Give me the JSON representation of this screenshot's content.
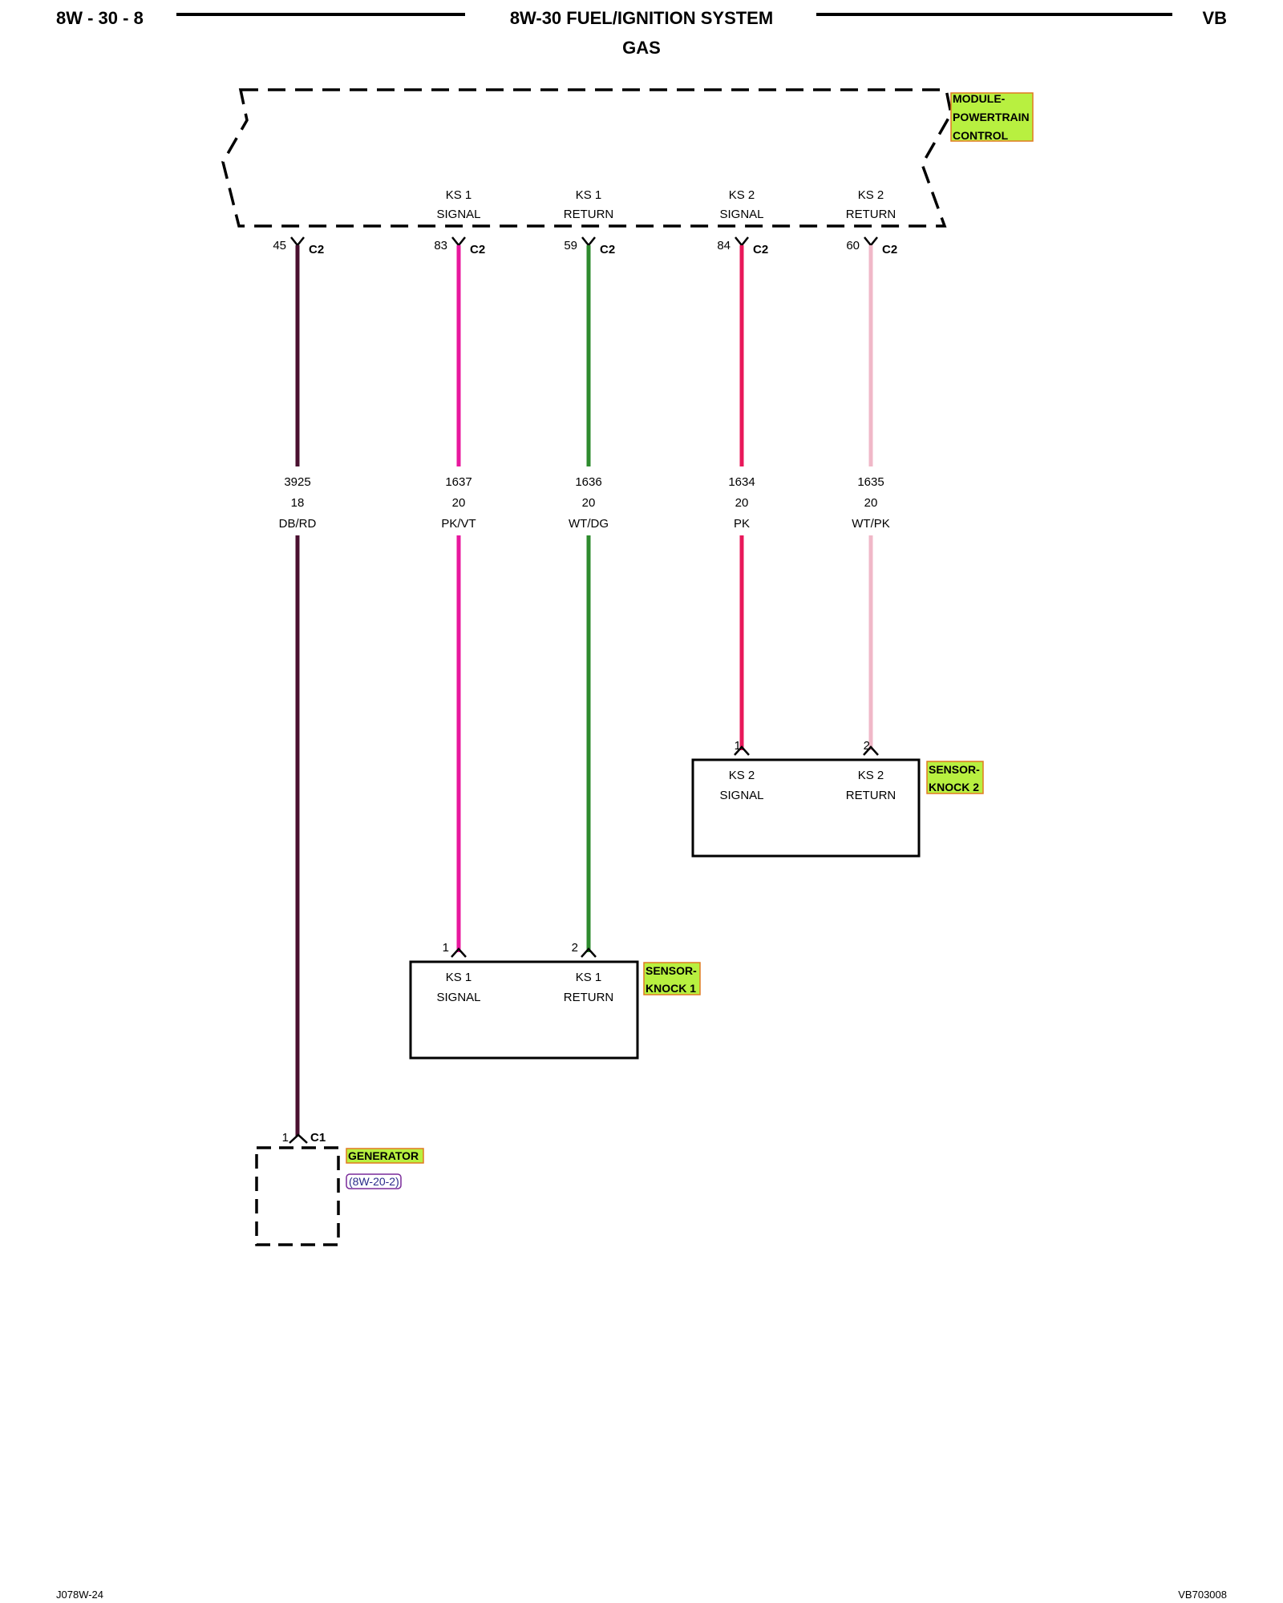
{
  "header": {
    "left": "8W - 30 - 8",
    "title": "8W-30 FUEL/IGNITION SYSTEM",
    "subtitle": "GAS",
    "right": "VB"
  },
  "footer": {
    "left": "J078W-24",
    "right": "VB703008"
  },
  "module": {
    "name_lines": [
      "MODULE-",
      "POWERTRAIN",
      "CONTROL"
    ]
  },
  "circuits": [
    {
      "id": "gen",
      "pin": "45",
      "connector": "C2",
      "name_lines": [],
      "circuit": "3925",
      "gauge": "18",
      "color_code": "DB/RD",
      "color": "#4a1030"
    },
    {
      "id": "ks1sig",
      "pin": "83",
      "connector": "C2",
      "name_lines": [
        "KS 1",
        "SIGNAL"
      ],
      "circuit": "1637",
      "gauge": "20",
      "color_code": "PK/VT",
      "color": "#e8189e"
    },
    {
      "id": "ks1ret",
      "pin": "59",
      "connector": "C2",
      "name_lines": [
        "KS 1",
        "RETURN"
      ],
      "circuit": "1636",
      "gauge": "20",
      "color_code": "WT/DG",
      "color": "#2e8b2e"
    },
    {
      "id": "ks2sig",
      "pin": "84",
      "connector": "C2",
      "name_lines": [
        "KS 2",
        "SIGNAL"
      ],
      "circuit": "1634",
      "gauge": "20",
      "color_code": "PK",
      "color": "#e8185a"
    },
    {
      "id": "ks2ret",
      "pin": "60",
      "connector": "C2",
      "name_lines": [
        "KS 2",
        "RETURN"
      ],
      "circuit": "1635",
      "gauge": "20",
      "color_code": "WT/PK",
      "color": "#f0b8c8"
    }
  ],
  "sensor_knock_2": {
    "name_lines": [
      "SENSOR-",
      "KNOCK 2"
    ],
    "pins": [
      {
        "pin": "1",
        "lines": [
          "KS 2",
          "SIGNAL"
        ]
      },
      {
        "pin": "2",
        "lines": [
          "KS 2",
          "RETURN"
        ]
      }
    ]
  },
  "sensor_knock_1": {
    "name_lines": [
      "SENSOR-",
      "KNOCK 1"
    ],
    "pins": [
      {
        "pin": "1",
        "lines": [
          "KS 1",
          "SIGNAL"
        ]
      },
      {
        "pin": "2",
        "lines": [
          "KS 1",
          "RETURN"
        ]
      }
    ]
  },
  "generator": {
    "name": "GENERATOR",
    "ref": "(8W-20-2)",
    "pin": "1",
    "connector": "C1"
  },
  "colors": {
    "tag_fill": "#b8f040",
    "tag_border": "#e07a20",
    "ref_border": "#7a2a9a"
  }
}
